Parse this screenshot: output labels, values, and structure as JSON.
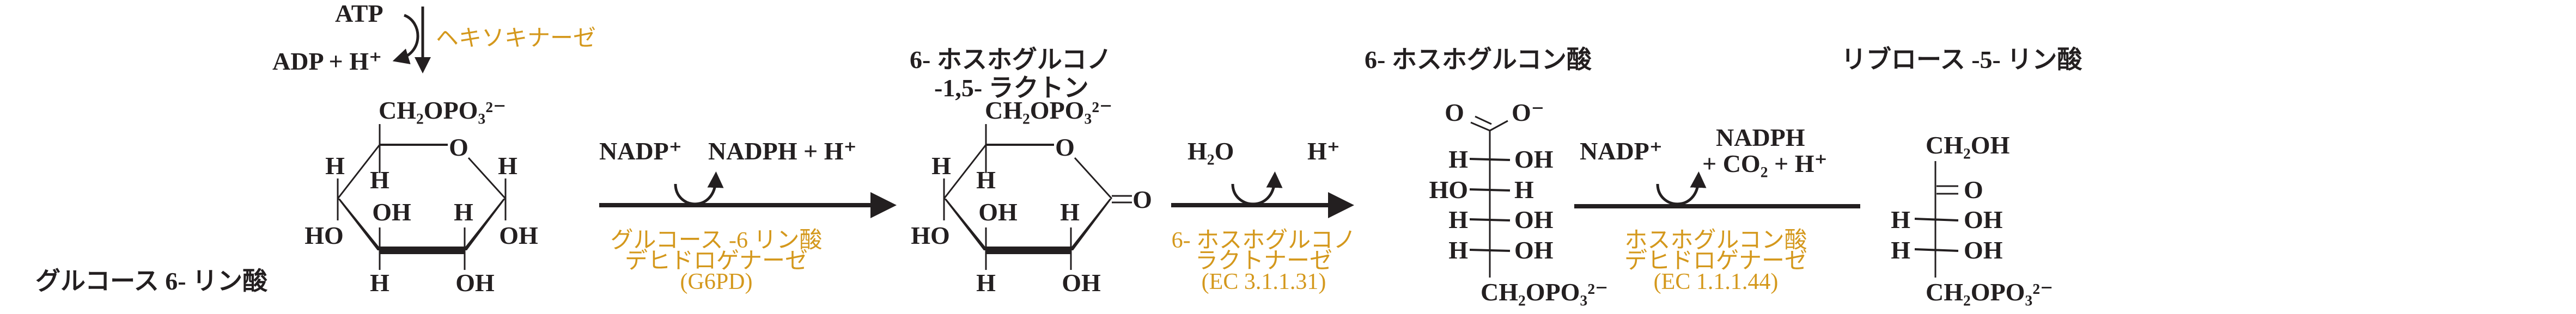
{
  "colors": {
    "text": "#231f20",
    "enzyme": "#d4981c"
  },
  "hexokinase_step": {
    "substrate": "ATP",
    "product": "ADP + H⁺",
    "enzyme": "ヘキソキナーゼ"
  },
  "glucose6p": {
    "name": "グルコース 6- リン酸",
    "ch2opo3": "CH₂OPO₃²⁻",
    "ring_o": "O",
    "labels": [
      "H",
      "H",
      "OH",
      "H",
      "H",
      "HO",
      "OH",
      "H",
      "OH"
    ]
  },
  "step1": {
    "cofactor_in": "NADP⁺",
    "cofactor_out": "NADPH + H⁺",
    "enzyme_lines": [
      "グルコース -6 リン酸",
      "デヒドロゲナーゼ",
      "(G6PD)"
    ]
  },
  "lactone": {
    "name_lines": [
      "6- ホスホグルコノ",
      "-1,5- ラクトン"
    ],
    "ch2opo3": "CH₂OPO₃²⁻",
    "ring_o": "O",
    "carbonyl_o": "O",
    "labels": [
      "H",
      "H",
      "OH",
      "H",
      "HO",
      "H",
      "OH"
    ]
  },
  "step2": {
    "reactant": "H₂O",
    "product": "H⁺",
    "enzyme_lines": [
      "6- ホスホグルコノ",
      "ラクトナーゼ",
      "(EC 3.1.1.31)"
    ]
  },
  "gluconate": {
    "name": "6- ホスホグルコン酸",
    "carboxyl": [
      "O",
      "O⁻"
    ],
    "rows": [
      {
        "left": "H",
        "right": "OH"
      },
      {
        "left": "HO",
        "right": "H"
      },
      {
        "left": "H",
        "right": "OH"
      },
      {
        "left": "H",
        "right": "OH"
      }
    ],
    "bottom": "CH₂OPO₃²⁻"
  },
  "step3": {
    "cofactor_in": "NADP⁺",
    "products_line1": "NADPH",
    "products_line2": "+ CO₂ + H⁺",
    "enzyme_lines": [
      "ホスホグルコン酸",
      "デヒドロゲナーゼ",
      "(EC 1.1.1.44)"
    ]
  },
  "ribulose5p": {
    "name": "リブロース -5- リン酸",
    "top": "CH₂OH",
    "keto_o": "O",
    "rows": [
      {
        "left": "H",
        "right": "OH"
      },
      {
        "left": "H",
        "right": "OH"
      }
    ],
    "bottom": "CH₂OPO₃²⁻"
  }
}
